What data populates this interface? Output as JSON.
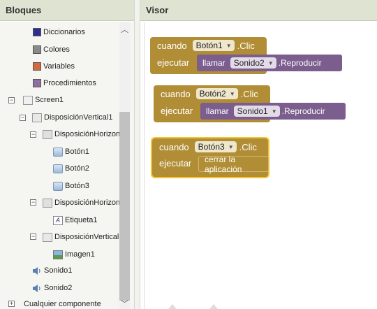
{
  "blocks_header": "Bloques",
  "viewer_header": "Visor",
  "tree": {
    "builtins": [
      {
        "label": "Diccionarios",
        "color": "#2e2e8f"
      },
      {
        "label": "Colores",
        "color": "#8a8a8a"
      },
      {
        "label": "Variables",
        "color": "#d2683c"
      },
      {
        "label": "Procedimientos",
        "color": "#8d6fa0"
      }
    ],
    "screen": "Screen1",
    "vert1": "DisposiciónVertical1",
    "horiz1": "DisposiciónHorizon",
    "btn1": "Botón1",
    "btn2": "Botón2",
    "btn3": "Botón3",
    "horiz2": "DisposiciónHorizon",
    "label1": "Etiqueta1",
    "vert2": "DisposiciónVertical",
    "img1": "Imagen1",
    "sound1": "Sonido1",
    "sound2": "Sonido2",
    "any": "Cualquier componente"
  },
  "blocks": {
    "kw_when": "cuando",
    "kw_do": "ejecutar",
    "kw_call": "llamar",
    "ev_suffix": ".Clic",
    "method": ".Reproducir",
    "b1_component": "Botón1",
    "b1_target": "Sonido2",
    "b2_component": "Botón2",
    "b2_target": "Sonido1",
    "b3_component": "Botón3",
    "b3_action": "cerrar la aplicación"
  }
}
